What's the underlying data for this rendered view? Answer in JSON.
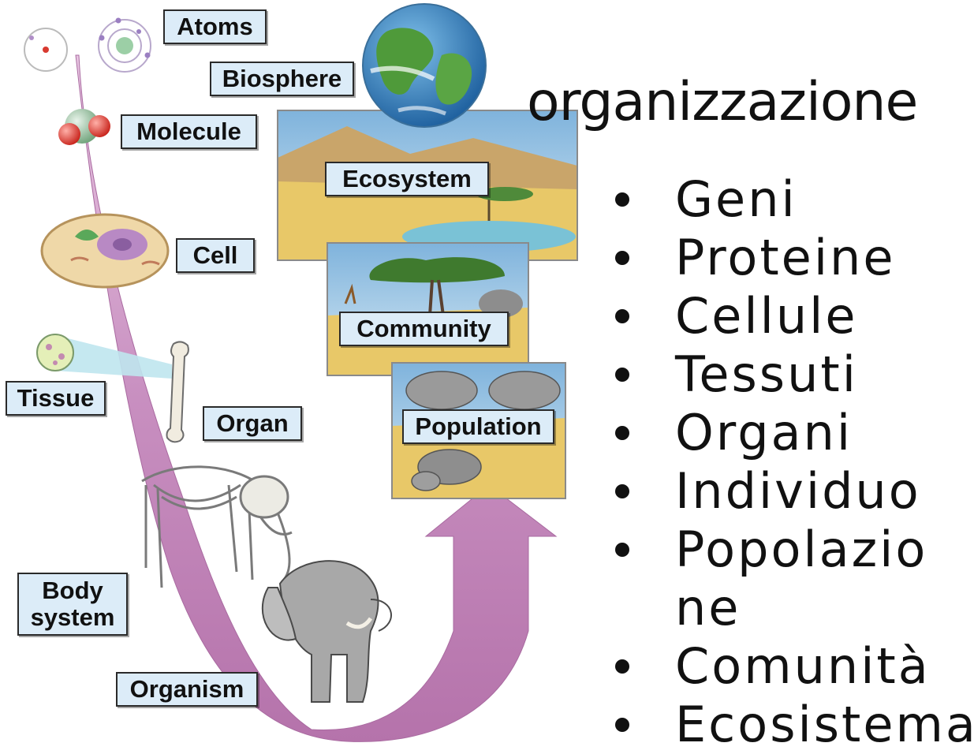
{
  "diagram": {
    "labels": {
      "atoms": "Atoms",
      "biosphere": "Biosphere",
      "molecule": "Molecule",
      "ecosystem": "Ecosystem",
      "cell": "Cell",
      "community": "Community",
      "tissue": "Tissue",
      "organ": "Organ",
      "population": "Population",
      "body_system_line1": "Body",
      "body_system_line2": "system",
      "organism": "Organism"
    },
    "colors": {
      "arrow": "#c88fc0",
      "label_fill": "#dcecf8",
      "sky": "#9cc8e4",
      "savanna": "#e8c868"
    }
  },
  "slide": {
    "title": "organizzazione",
    "levels": [
      "Geni",
      "Proteine",
      "Cellule",
      "Tessuti",
      "Organi",
      "Individuo",
      "Popolazione",
      "Comunità",
      "Ecosistema"
    ]
  }
}
